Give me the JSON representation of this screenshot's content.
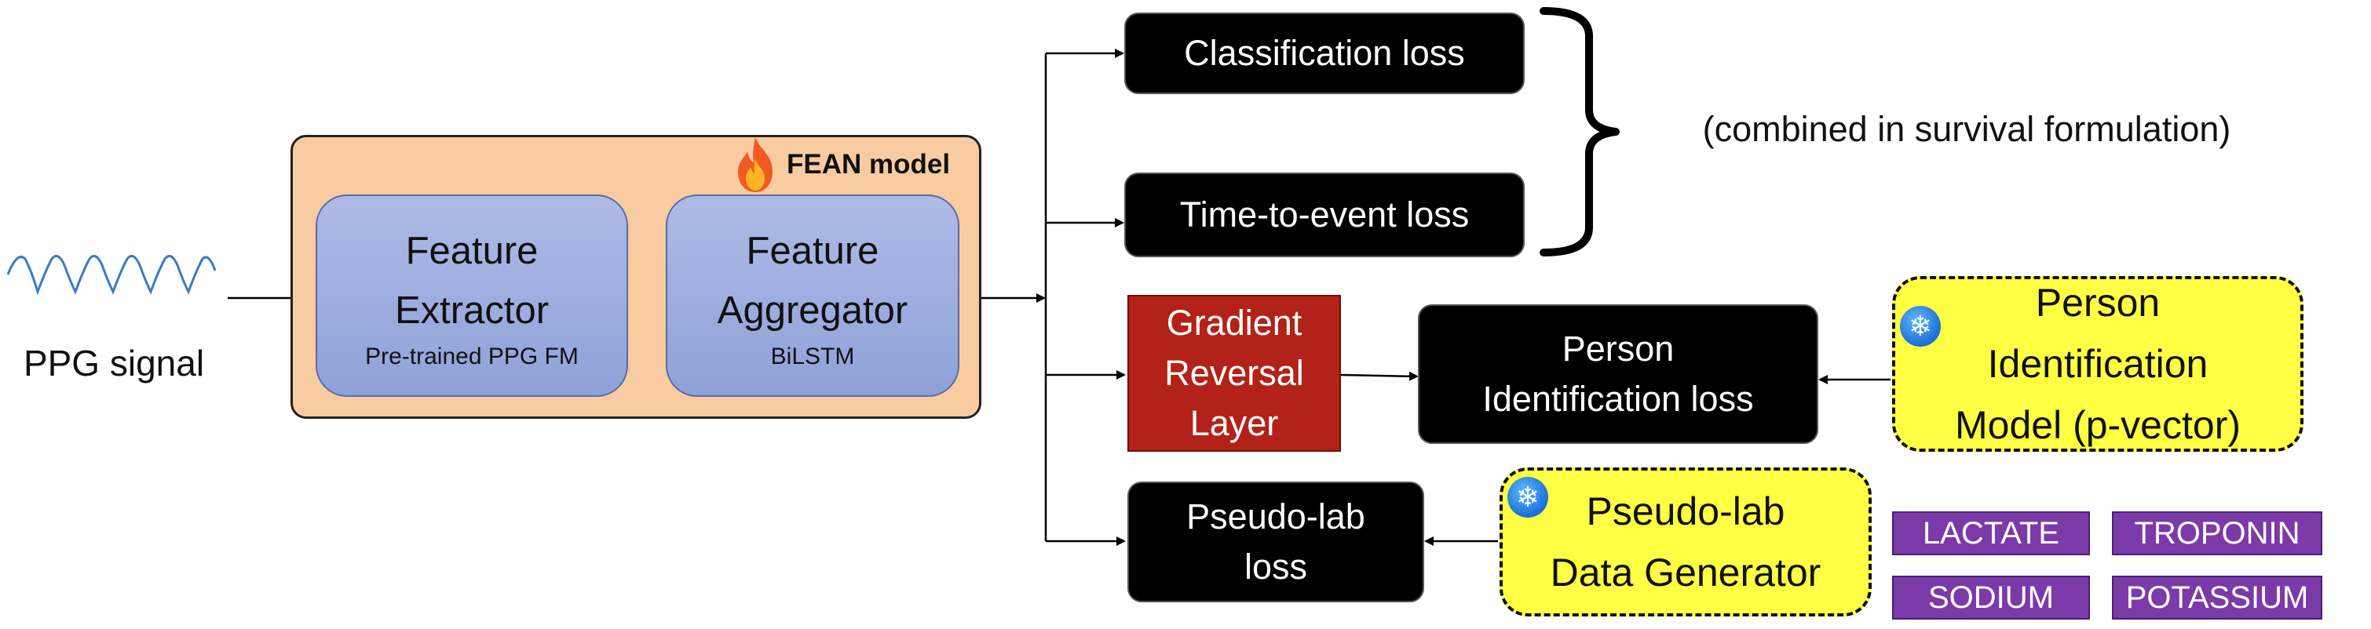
{
  "input": {
    "label": "PPG signal"
  },
  "fean": {
    "label": "FEAN model",
    "extractor": {
      "title": "Feature\nExtractor",
      "subtitle": "Pre-trained PPG FM"
    },
    "aggregator": {
      "title": "Feature\nAggregator",
      "subtitle": "BiLSTM"
    }
  },
  "losses": {
    "classification": "Classification loss",
    "time_to_event": "Time-to-event loss",
    "combined_note": "(combined in survival formulation)",
    "gradient_reversal": "Gradient\nReversal\nLayer",
    "person_id_loss": "Person\nIdentification loss",
    "pseudo_lab_loss": "Pseudo-lab\nloss"
  },
  "frozen_models": {
    "person_id_model": "Person\nIdentification\nModel (p-vector)",
    "pseudo_lab_generator": "Pseudo-lab\nData Generator"
  },
  "lab_tags": [
    "LACTATE",
    "TROPONIN",
    "SODIUM",
    "POTASSIUM"
  ],
  "icons": {
    "fire": "fire-icon",
    "frozen": "snowflake-icon"
  },
  "colors": {
    "fean_bg": "#f8cba0",
    "module_fill": "#9fb0e0",
    "loss_fill": "#000000",
    "reversal_fill": "#b22218",
    "frozen_fill": "#ffff44",
    "lab_fill": "#7b3aa8"
  }
}
